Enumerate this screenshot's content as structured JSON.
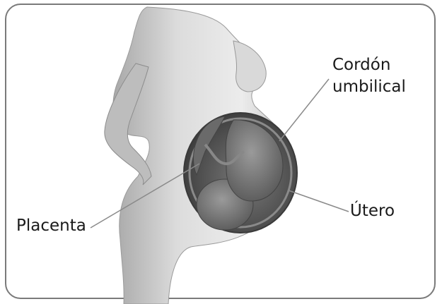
{
  "labels": {
    "cord_line1": "Cordón",
    "cord_line2": "umbilical",
    "placenta": "Placenta",
    "utero": "Útero"
  },
  "colors": {
    "frame": "#7a7a7a",
    "skin_light": "#e6e6e6",
    "skin_mid": "#c8c8c8",
    "skin_dark": "#8c8c8c",
    "uterus_inner": "#5a5a5a",
    "fetus": "#6e6e6e",
    "leader_line": "#8a8a8a"
  }
}
